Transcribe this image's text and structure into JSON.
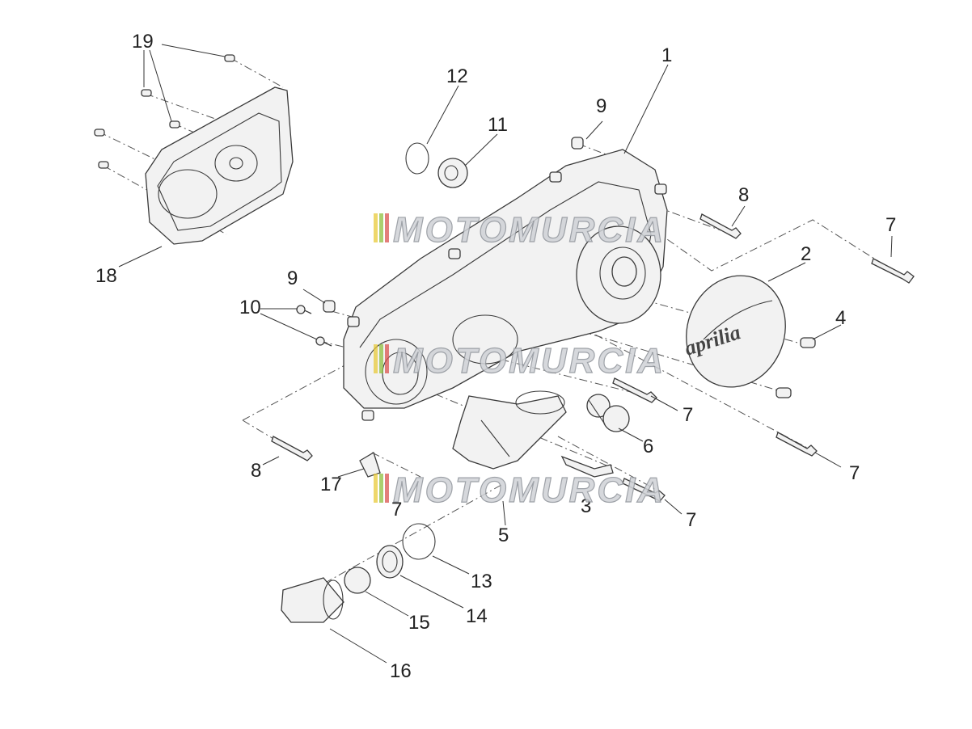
{
  "diagram": {
    "callouts": [
      {
        "id": "c1",
        "text": "1"
      },
      {
        "id": "c2",
        "text": "2"
      },
      {
        "id": "c3",
        "text": "3"
      },
      {
        "id": "c4",
        "text": "4"
      },
      {
        "id": "c5",
        "text": "5"
      },
      {
        "id": "c6",
        "text": "6"
      },
      {
        "id": "c7a",
        "text": "7"
      },
      {
        "id": "c7b",
        "text": "7"
      },
      {
        "id": "c7c",
        "text": "7"
      },
      {
        "id": "c7d",
        "text": "7"
      },
      {
        "id": "c7e",
        "text": "7"
      },
      {
        "id": "c8a",
        "text": "8"
      },
      {
        "id": "c8b",
        "text": "8"
      },
      {
        "id": "c9a",
        "text": "9"
      },
      {
        "id": "c9b",
        "text": "9"
      },
      {
        "id": "c10",
        "text": "10"
      },
      {
        "id": "c11",
        "text": "11"
      },
      {
        "id": "c12",
        "text": "12"
      },
      {
        "id": "c13",
        "text": "13"
      },
      {
        "id": "c14",
        "text": "14"
      },
      {
        "id": "c15",
        "text": "15"
      },
      {
        "id": "c16",
        "text": "16"
      },
      {
        "id": "c17",
        "text": "17"
      },
      {
        "id": "c18",
        "text": "18"
      },
      {
        "id": "c19",
        "text": "19"
      }
    ],
    "cover_logo": "aprilia",
    "watermark": "MOTOMURCIA",
    "watermark_colors": [
      "#e8c93a",
      "#8fbf3f",
      "#d9534f"
    ]
  }
}
